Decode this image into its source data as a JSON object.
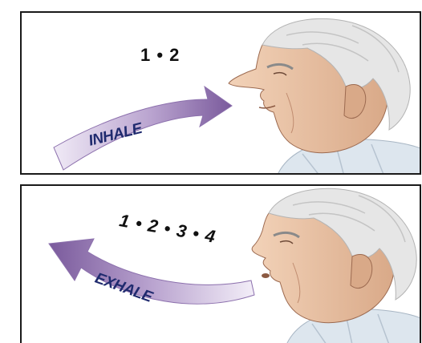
{
  "panels": [
    {
      "count": "1 • 2",
      "arrow_label": "INHALE"
    },
    {
      "count": "1 • 2 • 3 • 4",
      "arrow_label": "EXHALE"
    }
  ],
  "colors": {
    "arrow_light": "#f0eaf6",
    "arrow_dark": "#7a5a9c",
    "label_text": "#1f2a6e",
    "skin": "#e8c4a8",
    "hair": "#e4e4e4",
    "shirt": "#dde6ee",
    "frame": "#1a1a1a"
  }
}
